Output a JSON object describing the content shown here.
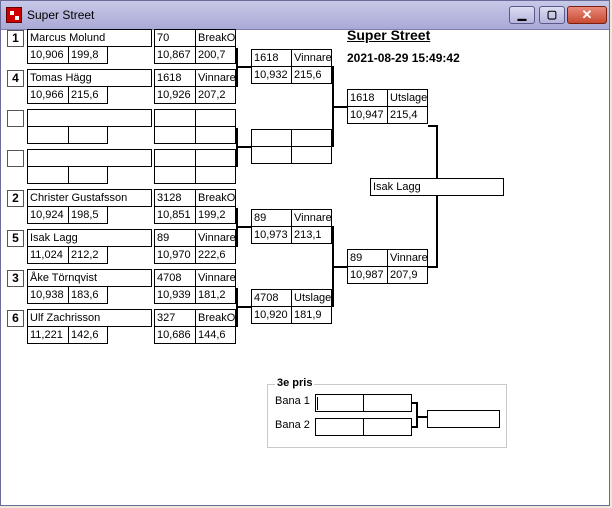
{
  "window": {
    "title": "Super Street",
    "minimize": "▁",
    "maximize": "▢",
    "close": "✕"
  },
  "header": {
    "title": "Super Street",
    "datetime": "2021-08-29 15:49:42"
  },
  "seeds": [
    "1",
    "4",
    "",
    "",
    "2",
    "5",
    "3",
    "6"
  ],
  "r1": [
    {
      "name": "Marcus Molund",
      "rt": "10,906",
      "speed": "199,8"
    },
    {
      "name": "Tomas Hägg",
      "rt": "10,966",
      "speed": "215,6"
    },
    {
      "name": "",
      "rt": "",
      "speed": ""
    },
    {
      "name": "",
      "rt": "",
      "speed": ""
    },
    {
      "name": "Christer Gustafsson",
      "rt": "10,924",
      "speed": "198,5"
    },
    {
      "name": "Isak Lagg",
      "rt": "11,024",
      "speed": "212,2"
    },
    {
      "name": "Åke Törnqvist",
      "rt": "10,938",
      "speed": "183,6"
    },
    {
      "name": "Ulf Zachrisson",
      "rt": "11,221",
      "speed": "142,6"
    }
  ],
  "r2": [
    {
      "num": "70",
      "res": "BreakOut",
      "et": "10,867",
      "speed": "200,7"
    },
    {
      "num": "1618",
      "res": "Vinnare",
      "et": "10,926",
      "speed": "207,2"
    },
    {
      "num": "",
      "res": "",
      "et": "",
      "speed": ""
    },
    {
      "num": "",
      "res": "",
      "et": "",
      "speed": ""
    },
    {
      "num": "3128",
      "res": "BreakOut",
      "et": "10,851",
      "speed": "199,2"
    },
    {
      "num": "89",
      "res": "Vinnare",
      "et": "10,970",
      "speed": "222,6"
    },
    {
      "num": "4708",
      "res": "Vinnare",
      "et": "10,939",
      "speed": "181,2"
    },
    {
      "num": "327",
      "res": "BreakOut",
      "et": "10,686",
      "speed": "144,6"
    }
  ],
  "r3": [
    {
      "num": "1618",
      "res": "Vinnare",
      "et": "10,932",
      "speed": "215,6"
    },
    {
      "num": "",
      "res": "",
      "et": "",
      "speed": ""
    },
    {
      "num": "89",
      "res": "Vinnare",
      "et": "10,973",
      "speed": "213,1"
    },
    {
      "num": "4708",
      "res": "Utslagen",
      "et": "10,920",
      "speed": "181,9"
    }
  ],
  "r4": [
    {
      "num": "1618",
      "res": "Utslagen",
      "et": "10,947",
      "speed": "215,4"
    },
    {
      "num": "89",
      "res": "Vinnare",
      "et": "10,987",
      "speed": "207,9"
    }
  ],
  "winner": "Isak Lagg",
  "third": {
    "title": "3e pris",
    "lane1": "Bana 1",
    "lane2": "Bana 2",
    "result": ""
  }
}
